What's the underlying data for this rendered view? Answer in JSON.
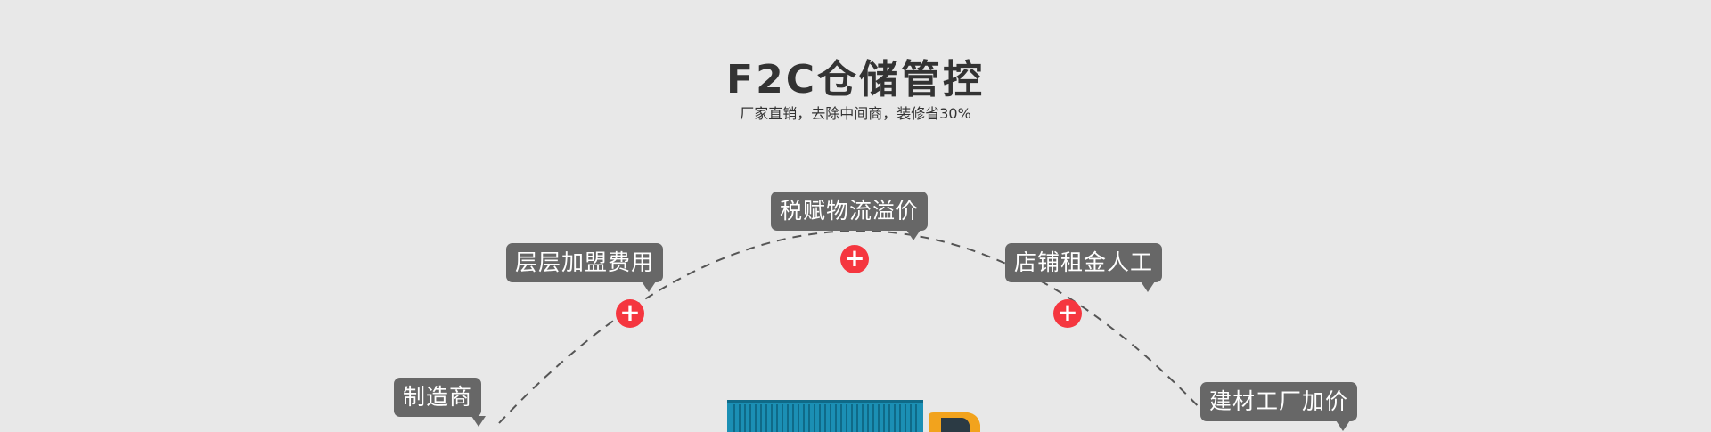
{
  "header": {
    "title": "F2C仓储管控",
    "subtitle": "厂家直销，去除中间商，装修省30%"
  },
  "labels": {
    "manufacturer": "制造商",
    "franchise_fee": "层层加盟费用",
    "tax_logistics": "税赋物流溢价",
    "store_rent": "店铺租金人工",
    "factory_markup": "建材工厂加价"
  },
  "icons": {
    "plus": "+",
    "plus_color": "#f5363f",
    "bubble_color": "#676767"
  },
  "colors": {
    "background": "#e8e8e8",
    "truck_container": "#1b8fb4",
    "truck_cab": "#f2a31d"
  }
}
